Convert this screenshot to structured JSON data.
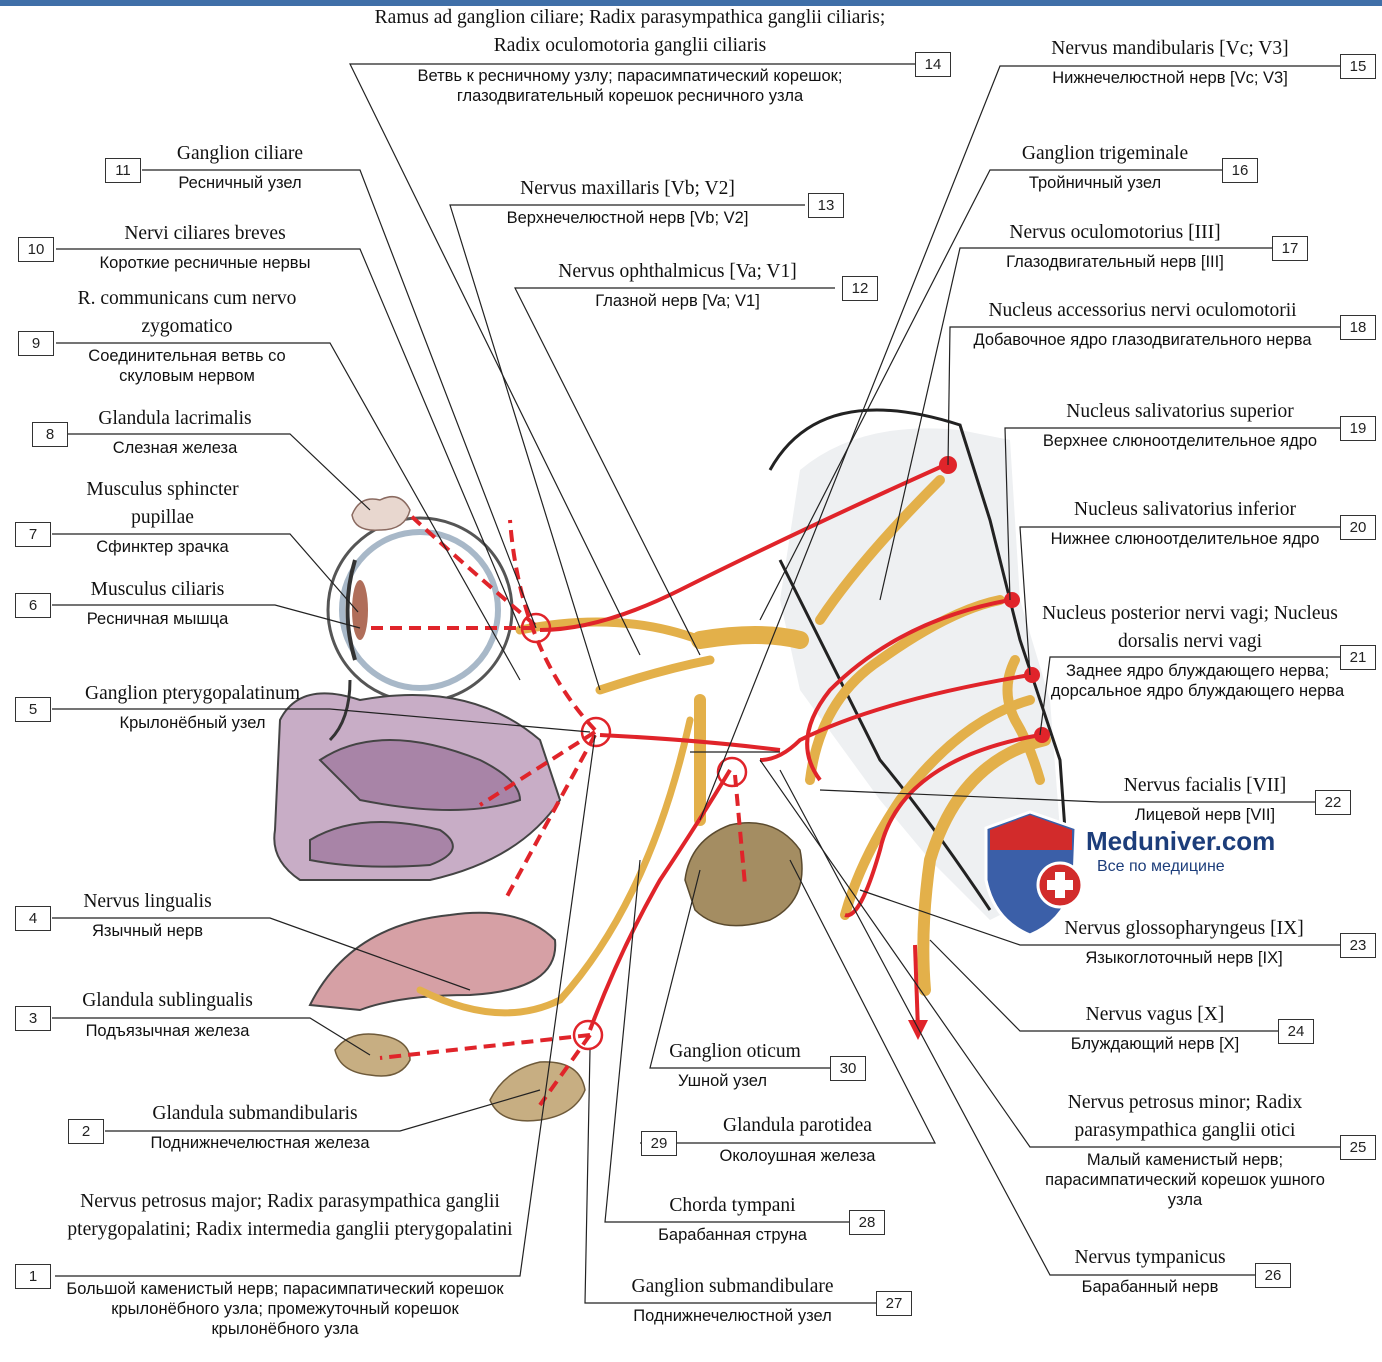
{
  "labels": [
    {
      "num": "1",
      "lat": "Nervus petrosus major; Radix parasympathica ganglii pterygopalatini; Radix intermedia ganglii pterygopalatini",
      "rus": "Большой каменистый нерв; парасимпатический корешок крылонёбного узла; промежуточный корешок крылонёбного узла"
    },
    {
      "num": "2",
      "lat": "Glandula submandibularis",
      "rus": "Поднижнечелюстная железа"
    },
    {
      "num": "3",
      "lat": "Glandula sublingualis",
      "rus": "Подъязычная железа"
    },
    {
      "num": "4",
      "lat": "Nervus lingualis",
      "rus": "Язычный нерв"
    },
    {
      "num": "5",
      "lat": "Ganglion pterygopalatinum",
      "rus": "Крылонёбный узел"
    },
    {
      "num": "6",
      "lat": "Musculus ciliaris",
      "rus": "Ресничная мышца"
    },
    {
      "num": "7",
      "lat": "Musculus sphincter pupillae",
      "rus": "Сфинктер зрачка"
    },
    {
      "num": "8",
      "lat": "Glandula lacrimalis",
      "rus": "Слезная железа"
    },
    {
      "num": "9",
      "lat": "R. communicans cum nervo zygomatico",
      "rus": "Соединительная ветвь со скуловым нервом"
    },
    {
      "num": "10",
      "lat": "Nervi ciliares breves",
      "rus": "Короткие ресничные нервы"
    },
    {
      "num": "11",
      "lat": "Ganglion ciliare",
      "rus": "Ресничный узел"
    },
    {
      "num": "12",
      "lat": "Nervus ophthalmicus [Va; V1]",
      "rus": "Глазной нерв [Va; V1]"
    },
    {
      "num": "13",
      "lat": "Nervus maxillaris [Vb; V2]",
      "rus": "Верхнечелюстной нерв [Vb; V2]"
    },
    {
      "num": "14",
      "lat": "Ramus ad ganglion ciliare; Radix parasympathica ganglii ciliaris; Radix oculomotoria ganglii ciliaris",
      "rus": "Ветвь к ресничному узлу; парасимпатический корешок; глазодвигательный корешок ресничного узла"
    },
    {
      "num": "15",
      "lat": "Nervus mandibularis [Vc; V3]",
      "rus": "Нижнечелюстной нерв [Vc; V3]"
    },
    {
      "num": "16",
      "lat": "Ganglion trigeminale",
      "rus": "Тройничный узел"
    },
    {
      "num": "17",
      "lat": "Nervus oculomotorius [III]",
      "rus": "Глазодвигательный нерв [III]"
    },
    {
      "num": "18",
      "lat": "Nucleus accessorius nervi oculomotorii",
      "rus": "Добавочное ядро глазодвигательного нерва"
    },
    {
      "num": "19",
      "lat": "Nucleus salivatorius superior",
      "rus": "Верхнее слюноотделительное ядро"
    },
    {
      "num": "20",
      "lat": "Nucleus salivatorius inferior",
      "rus": "Нижнее слюноотделительное ядро"
    },
    {
      "num": "21",
      "lat": "Nucleus posterior nervi vagi; Nucleus dorsalis nervi vagi",
      "rus": "Заднее ядро блуждающего нерва; дорсальное ядро блуждающего нерва"
    },
    {
      "num": "22",
      "lat": "Nervus facialis [VII]",
      "rus": "Лицевой нерв [VII]"
    },
    {
      "num": "23",
      "lat": "Nervus glossopharyngeus [IX]",
      "rus": "Языкоглоточный нерв [IX]"
    },
    {
      "num": "24",
      "lat": "Nervus vagus [X]",
      "rus": "Блуждающий нерв [X]"
    },
    {
      "num": "25",
      "lat": "Nervus petrosus minor; Radix parasympathica ganglii otici",
      "rus": "Малый каменистый нерв; парасимпатический корешок ушного узла"
    },
    {
      "num": "26",
      "lat": "Nervus tympanicus",
      "rus": "Барабанный нерв"
    },
    {
      "num": "27",
      "lat": "Ganglion submandibulare",
      "rus": "Поднижнечелюстной узел"
    },
    {
      "num": "28",
      "lat": "Chorda tympani",
      "rus": "Барабанная струна"
    },
    {
      "num": "29",
      "lat": "Glandula parotidea",
      "rus": "Околоушная железа"
    },
    {
      "num": "30",
      "lat": "Ganglion oticum",
      "rus": "Ушной узел"
    }
  ],
  "watermark": {
    "name": "Meduniver.com",
    "tagline": "Все по медицине"
  },
  "colors": {
    "nerve": "#e3b04a",
    "nerve_dark": "#b9852a",
    "parasympathetic": "#e0242a",
    "gland": "#b8a07a",
    "nasal": "#b79ab8",
    "header": "#3f6fa8",
    "brand": "#1c3d7a"
  }
}
